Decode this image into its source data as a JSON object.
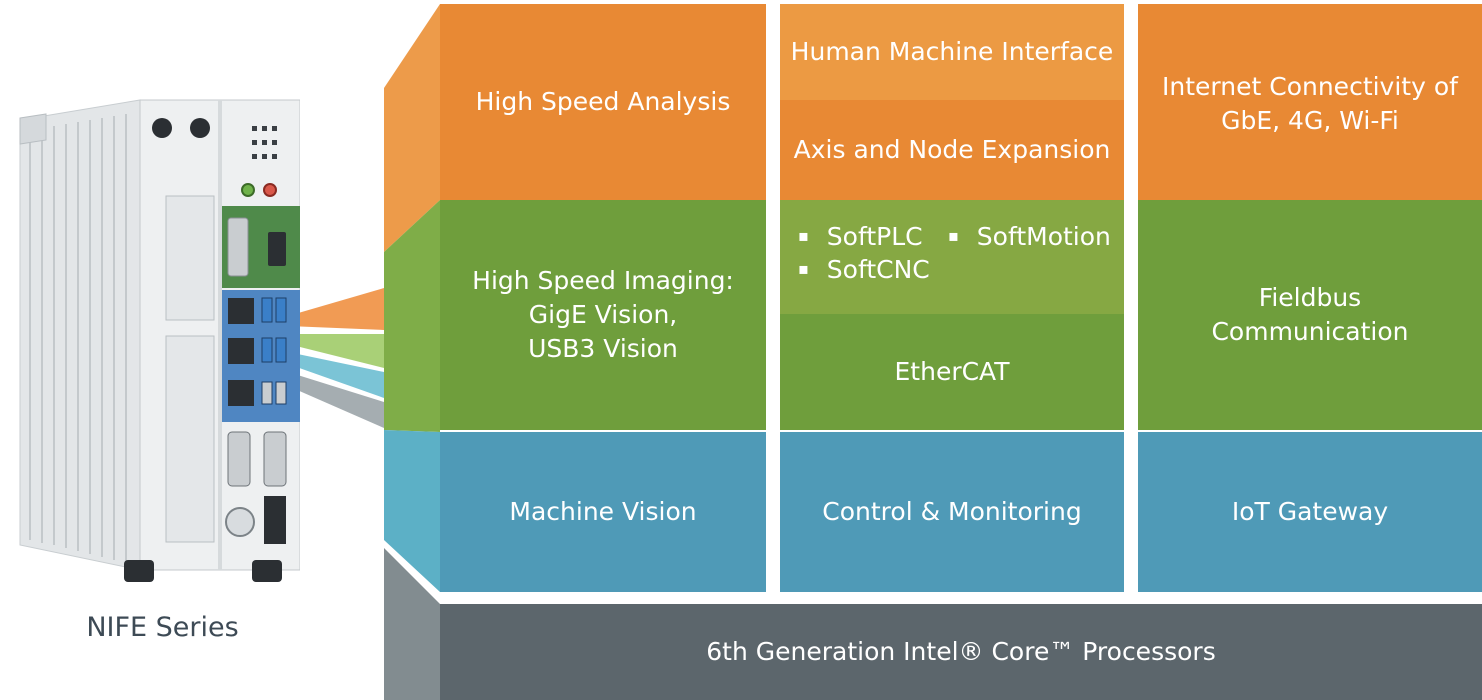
{
  "device": {
    "caption": "NIFE Series"
  },
  "columns": [
    {
      "top": "High Speed Analysis",
      "middle": [
        "High Speed Imaging:",
        "GigE Vision,",
        "USB3 Vision"
      ],
      "bottom": "Machine Vision"
    },
    {
      "top_a": "Human Machine Interface",
      "top_b": "Axis and Node Expansion",
      "bullets": [
        "SoftPLC",
        "SoftMotion",
        "SoftCNC"
      ],
      "middle": "EtherCAT",
      "bottom": "Control & Monitoring"
    },
    {
      "top": [
        "Internet Connectivity of",
        "GbE, 4G, Wi-Fi"
      ],
      "middle": [
        "Fieldbus",
        "Communication"
      ],
      "bottom": "IoT Gateway"
    }
  ],
  "base": {
    "label": "6th Generation Intel® Core™ Processors"
  },
  "colors": {
    "orange": "#e88934",
    "orange_light": "#ec9a43",
    "green": "#6f9e3c",
    "green_light": "#86a843",
    "blue": "#4f9ab7",
    "gray": "#5c666c"
  }
}
